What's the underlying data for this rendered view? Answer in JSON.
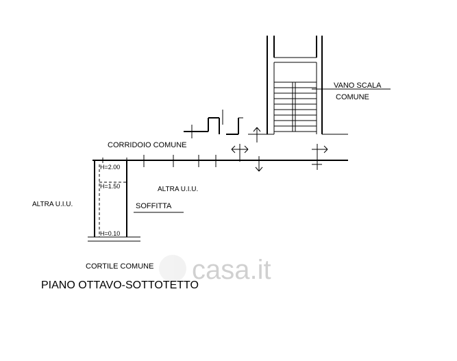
{
  "labels": {
    "vano_scala": "VANO SCALA",
    "comune": "COMUNE",
    "corridoio": "CORRIDOIO COMUNE",
    "altra_right": "ALTRA U.I.U.",
    "altra_left": "ALTRA U.I.U.",
    "soffitta": "SOFFITTA",
    "h_200": "H=2.00",
    "h_150": "H=1.50",
    "h_010": "H=0.10",
    "cortile": "CORTILE COMUNE",
    "title": "PIANO OTTAVO-SOTTOTETTO",
    "watermark": "casa.it"
  }
}
